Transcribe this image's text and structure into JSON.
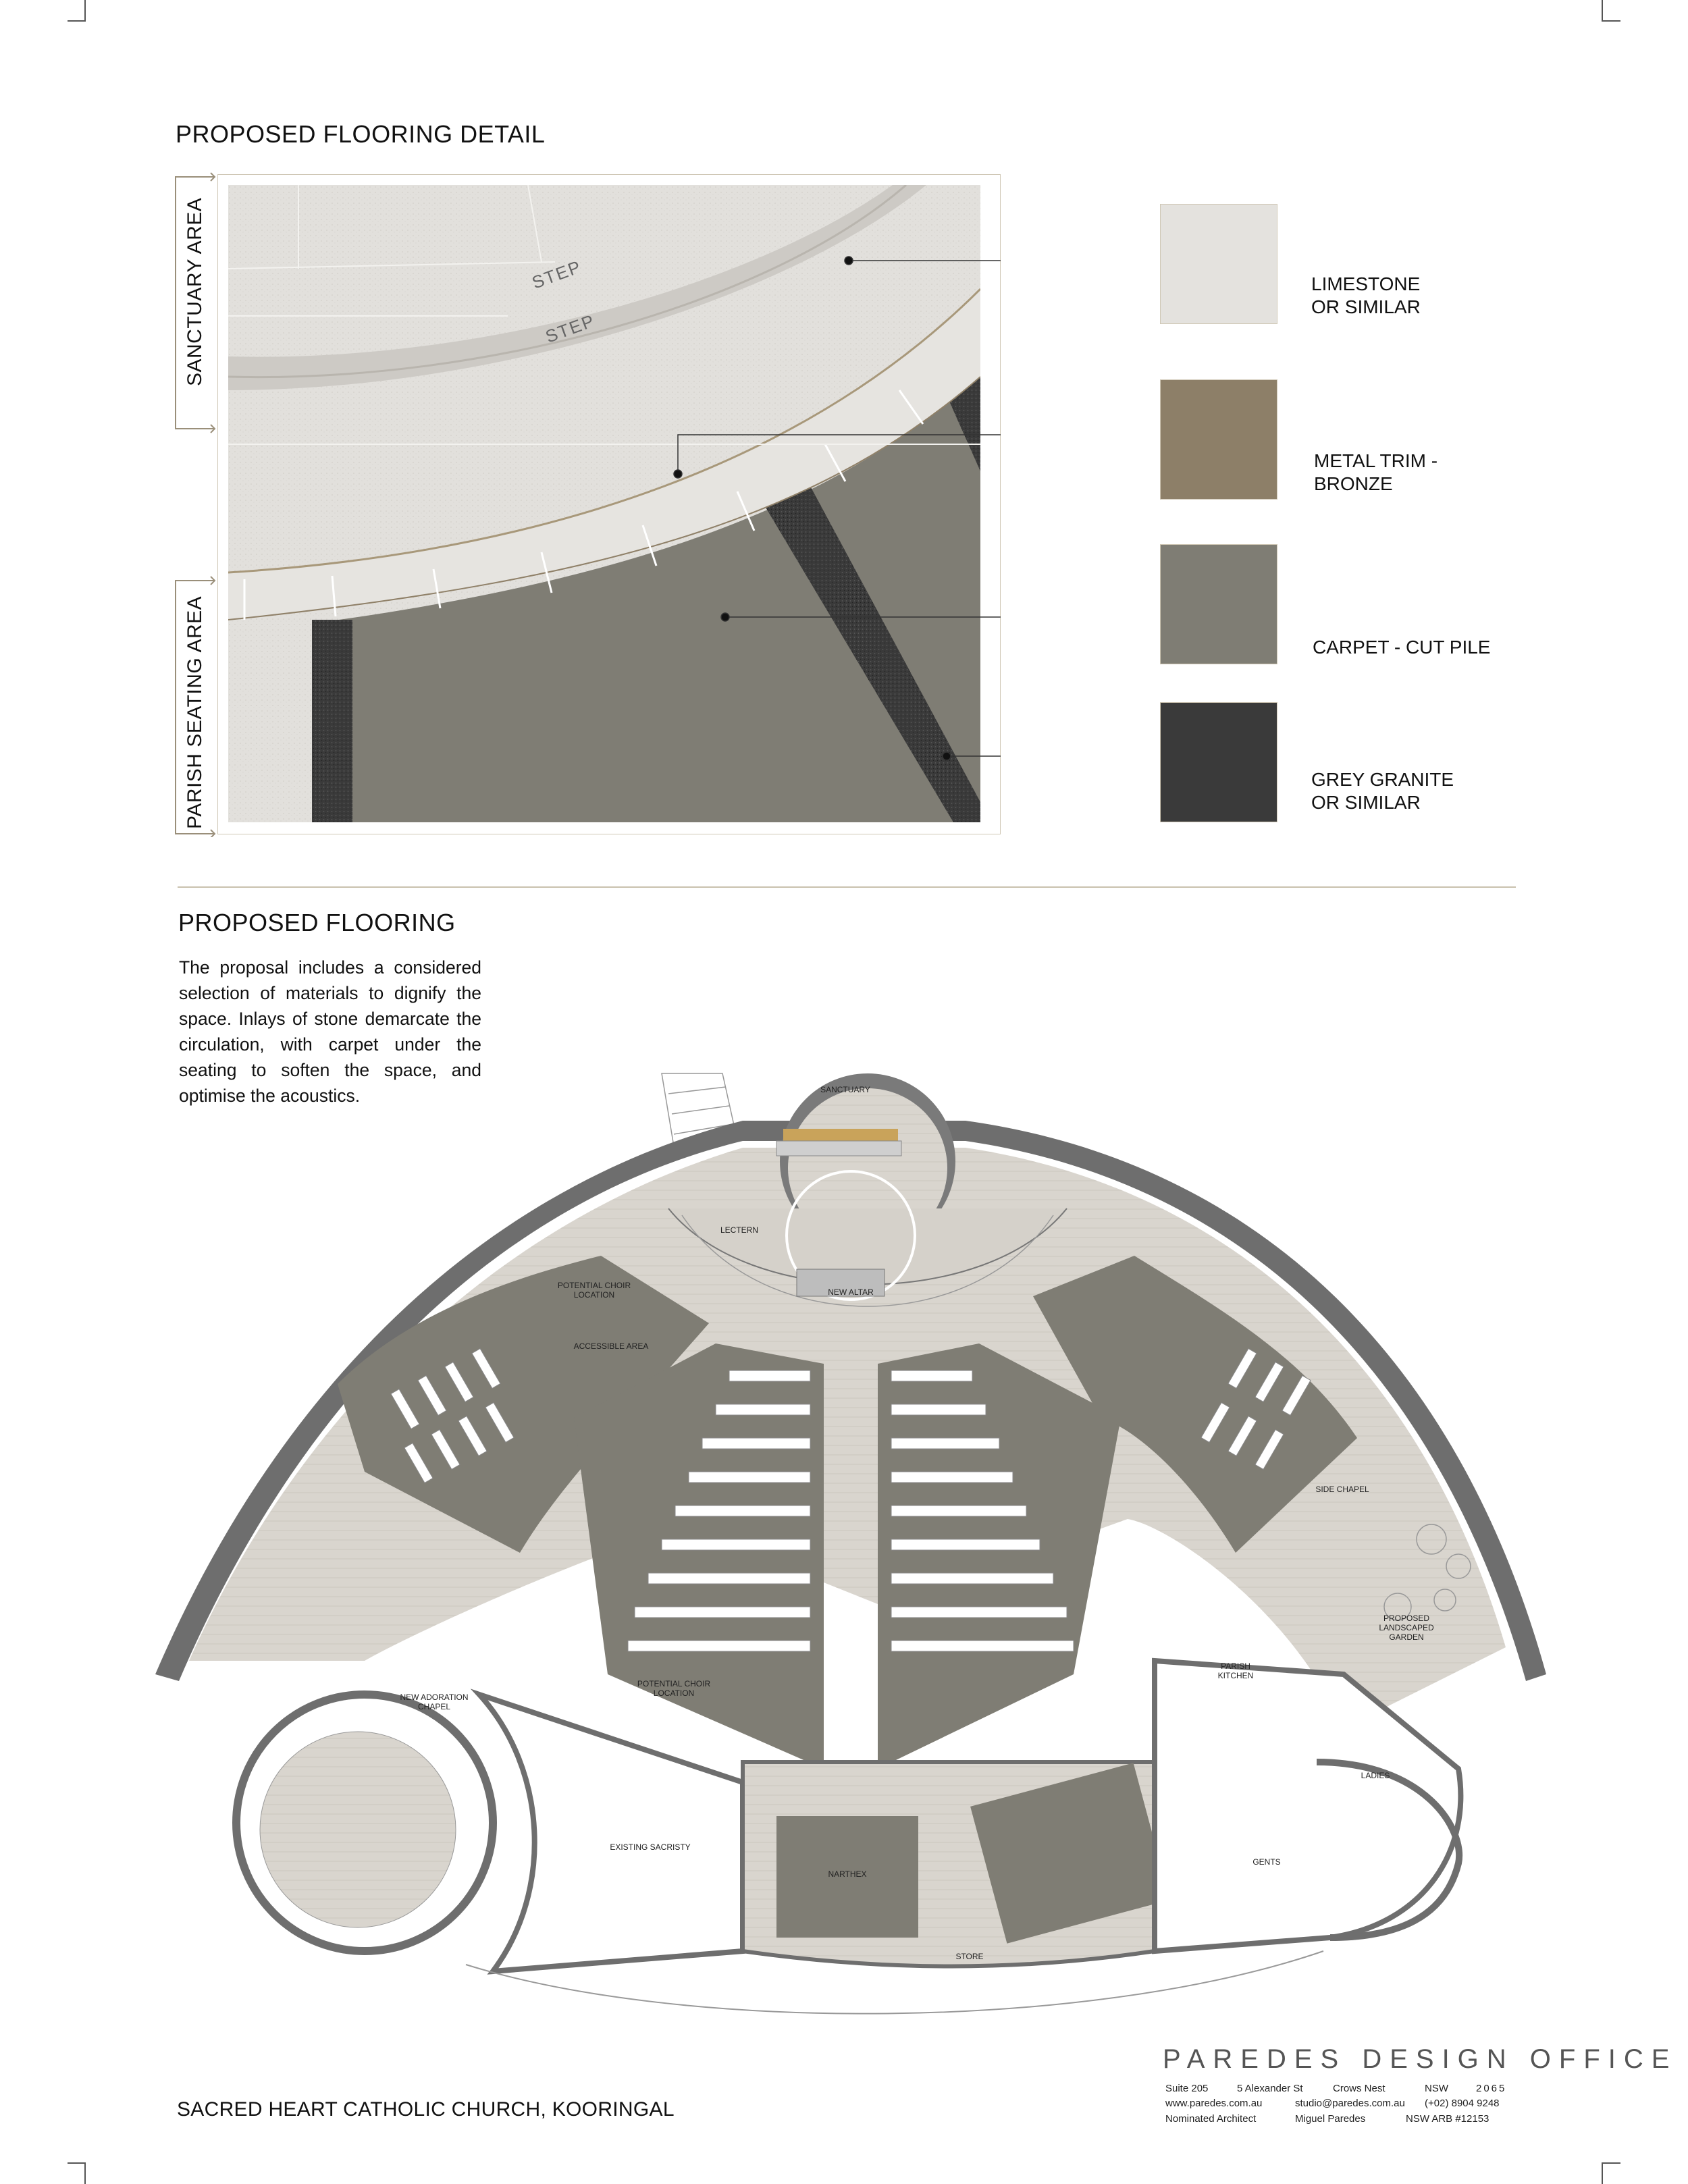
{
  "detail": {
    "title": "PROPOSED FLOORING DETAIL",
    "step_label_1": "STEP",
    "step_label_2": "STEP",
    "side_label_top": "SANCTUARY AREA",
    "side_label_bottom": "PARISH  SEATING AREA"
  },
  "legend": [
    {
      "line1": "LIMESTONE",
      "line2": "OR SIMILAR",
      "color": "#e4e2de"
    },
    {
      "line1": "METAL TRIM -",
      "line2": "BRONZE",
      "color": "#8d7f68"
    },
    {
      "line1": "CARPET - CUT PILE",
      "line2": "",
      "color": "#7f7d74"
    },
    {
      "line1": "GREY GRANITE",
      "line2": "OR SIMILAR",
      "color": "#3a3a3a"
    }
  ],
  "flooring": {
    "title": "PROPOSED FLOORING",
    "description": "The proposal includes a considered selection of materials to dignify the space. Inlays of stone demarcate the circulation, with carpet under the seating to soften the space, and optimise the acoustics."
  },
  "plan_labels": {
    "sanctuary": "SANCTUARY",
    "lectern": "LECTERN",
    "new_altar": "NEW ALTAR",
    "choir_top_1": "POTENTIAL CHOIR",
    "choir_top_2": "LOCATION",
    "accessible": "ACCESSIBLE AREA",
    "side_chapel": "SIDE CHAPEL",
    "garden_1": "PROPOSED",
    "garden_2": "LANDSCAPED",
    "garden_3": "GARDEN",
    "kitchen_1": "PARISH",
    "kitchen_2": "KITCHEN",
    "ladies": "LADIES",
    "gents": "GENTS",
    "adoration_1": "NEW ADORATION",
    "adoration_2": "CHAPEL",
    "choir_bottom_1": "POTENTIAL CHOIR",
    "choir_bottom_2": "LOCATION",
    "sacristy": "EXISTING SACRISTY",
    "narthex": "NARTHEX",
    "store": "STORE"
  },
  "footer": {
    "project": "SACRED HEART CATHOLIC CHURCH, KOORINGAL",
    "brand": "PAREDES DESIGN OFFICE",
    "suite": "Suite 205",
    "street": "5 Alexander St",
    "suburb": "Crows Nest",
    "state": "NSW",
    "postcode": "2065",
    "website": "www.paredes.com.au",
    "email": "studio@paredes.com.au",
    "phone": "(+02)  8904  9248",
    "architect_label": "Nominated Architect",
    "architect_name": "Miguel Paredes",
    "arb": "NSW   ARB   #12153"
  }
}
